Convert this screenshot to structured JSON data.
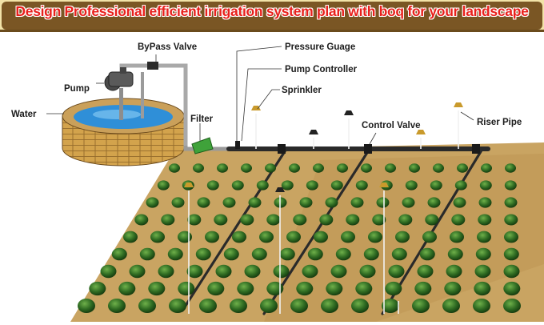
{
  "banner": {
    "title": "Design Professional efficient irrigation system plan with boq for your landscape",
    "title_color": "#e8201c",
    "frame_color": "#7a5624"
  },
  "diagram": {
    "labels": {
      "bypass_valve": "ByPass Valve",
      "pressure_gauge": "Pressure Guage",
      "pump_controller": "Pump Controller",
      "pump": "Pump",
      "sprinkler": "Sprinkler",
      "water": "Water",
      "filter": "Filter",
      "control_valve": "Control Valve",
      "riser_pipe": "Riser Pipe"
    },
    "colors": {
      "soil": "#c9a462",
      "well_brick": "#d3a34c",
      "water": "#2f8fd8",
      "pipe": "#2a2a2a",
      "plant": "#2f6b22"
    }
  }
}
